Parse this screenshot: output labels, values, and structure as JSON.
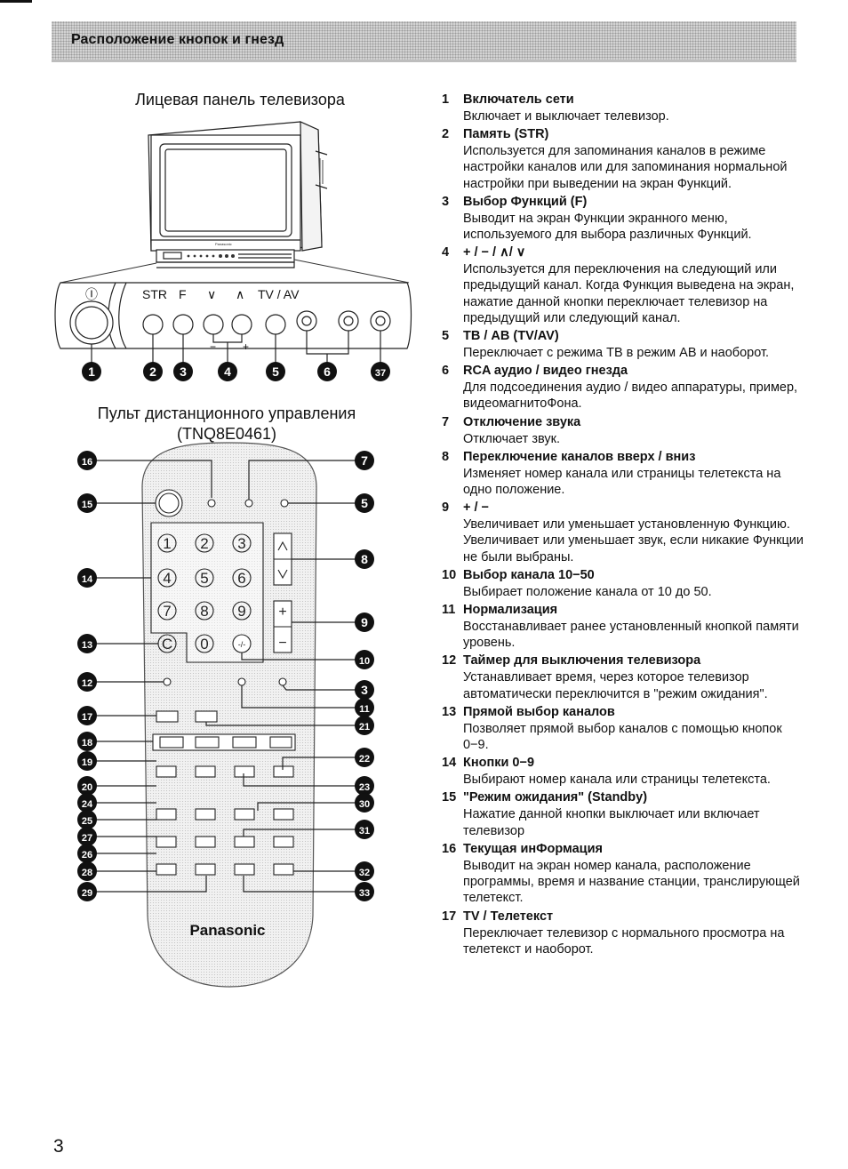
{
  "header": {
    "title": "Расположение кнопок и гнезд"
  },
  "front_panel": {
    "caption": "Лицевая панель телевизора",
    "brand": "Panasonic",
    "labels": {
      "power": "Ⓘ",
      "str": "STR",
      "f": "F",
      "down": "∨",
      "up": "∧",
      "tvav": "TV / AV",
      "plus": "+",
      "minus": "−"
    },
    "callouts": [
      "1",
      "2",
      "3",
      "4",
      "5",
      "6",
      "37"
    ]
  },
  "remote": {
    "caption_line1": "Пульт дистанционного управления",
    "caption_line2": "(TNQ8E0461)",
    "brand": "Panasonic",
    "keys": [
      "1",
      "2",
      "3",
      "4",
      "5",
      "6",
      "7",
      "8",
      "9",
      "C",
      "0",
      "-/-",
      "+",
      "−"
    ],
    "callouts_left": [
      "16",
      "15",
      "14",
      "13",
      "12",
      "17",
      "18",
      "19",
      "20",
      "24",
      "25",
      "27",
      "26",
      "28",
      "29"
    ],
    "callouts_right": [
      "7",
      "5",
      "8",
      "9",
      "10",
      "3",
      "11",
      "21",
      "22",
      "23",
      "30",
      "31",
      "32",
      "33"
    ]
  },
  "items": [
    {
      "num": "1",
      "title": "Включатель сети",
      "desc": "Включает и выключает телевизор."
    },
    {
      "num": "2",
      "title": "Память (STR)",
      "desc": "Используется для запоминания каналов в режиме настройки каналов или для запоминания нормальной настройки при выведении на экран Функций."
    },
    {
      "num": "3",
      "title": "Выбор Функций (F)",
      "desc": "Выводит на экран Функции экранного меню, используемого для выбора различных Функций."
    },
    {
      "num": "4",
      "title": "+ / − / ∧/ ∨",
      "desc": "Используется для переключения на следующий или предыдущий канал. Когда Функция выведена на экран, нажатие данной кнопки переключает телевизор на предыдущий или следующий канал."
    },
    {
      "num": "5",
      "title": "ТВ / АВ (TV/AV)",
      "desc": "Переключает с режима ТВ в режим АВ и наоборот."
    },
    {
      "num": "6",
      "title": "RCA аудио / видео гнезда",
      "desc": "Для подсоединения аудио / видео аппаратуры, пример, видеомагнитоФона."
    },
    {
      "num": "7",
      "title": "Отключение звука",
      "desc": "Отключает звук."
    },
    {
      "num": "8",
      "title": "Переключение каналов вверх / вниз",
      "desc": "Изменяет номер канала или страницы телетекста на одно положение."
    },
    {
      "num": "9",
      "title": "+ / −",
      "desc": "Увеличивает или уменьшает установленную Функцию. Увеличивает или уменьшает звук, если никакие Функции не были выбраны."
    },
    {
      "num": "10",
      "title": "Выбор канала 10−50",
      "desc": "Выбирает положение канала от 10 до 50."
    },
    {
      "num": "11",
      "title": "Нормализация",
      "desc": "Восстанавливает ранее установленный кнопкой памяти уровень."
    },
    {
      "num": "12",
      "title": "Таймер для выключения телевизора",
      "desc": "Устанавливает время, через которое телевизор автоматически переключится в \"режим ожидания\"."
    },
    {
      "num": "13",
      "title": "Прямой выбор каналов",
      "desc": "Позволяет прямой выбор каналов с помощью кнопок 0−9."
    },
    {
      "num": "14",
      "title": "Кнопки 0−9",
      "desc": "Выбирают номер канала или страницы телетекста."
    },
    {
      "num": "15",
      "title": "\"Режим ожидания\" (Standby)",
      "desc": "Нажатие данной кнопки выключает или включает телевизор"
    },
    {
      "num": "16",
      "title": "Текущая инФормация",
      "desc": "Выводит на экран номер канала, расположение программы, время и название станции, транслирующей телетекст."
    },
    {
      "num": "17",
      "title": "TV / Телетекст",
      "desc": "Переключает телевизор с нормального просмотра на телетекст и наоборот."
    }
  ],
  "page": {
    "number": "3"
  }
}
